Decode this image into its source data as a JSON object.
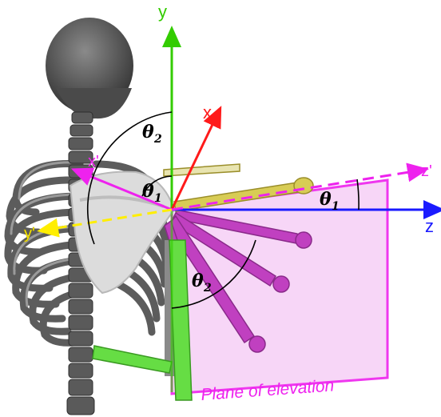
{
  "labels": {
    "y": "y",
    "x": "x",
    "z": "z",
    "x_prime": "x'",
    "y_prime": "y'",
    "z_prime": "z'",
    "theta1": "θ",
    "theta1_sub": "1",
    "theta2": "θ",
    "theta2_sub": "2",
    "plane": "Plane of elevation"
  },
  "colors": {
    "y_axis": "#33cc00",
    "x_axis": "#ff1a1a",
    "z_axis": "#1a1aff",
    "rotated_axes": "#ee22ee",
    "y_prime_axis": "#ffee00",
    "plane_fill": "#f7d2f7",
    "plane_edge": "#ee22ee",
    "bone_grey": "#6e6e6e",
    "scapula": "#dcdcdc",
    "humerus_yellow": "#d8cc55",
    "humerus_magenta": "#c040c0",
    "humerus_green": "#66dd44"
  }
}
